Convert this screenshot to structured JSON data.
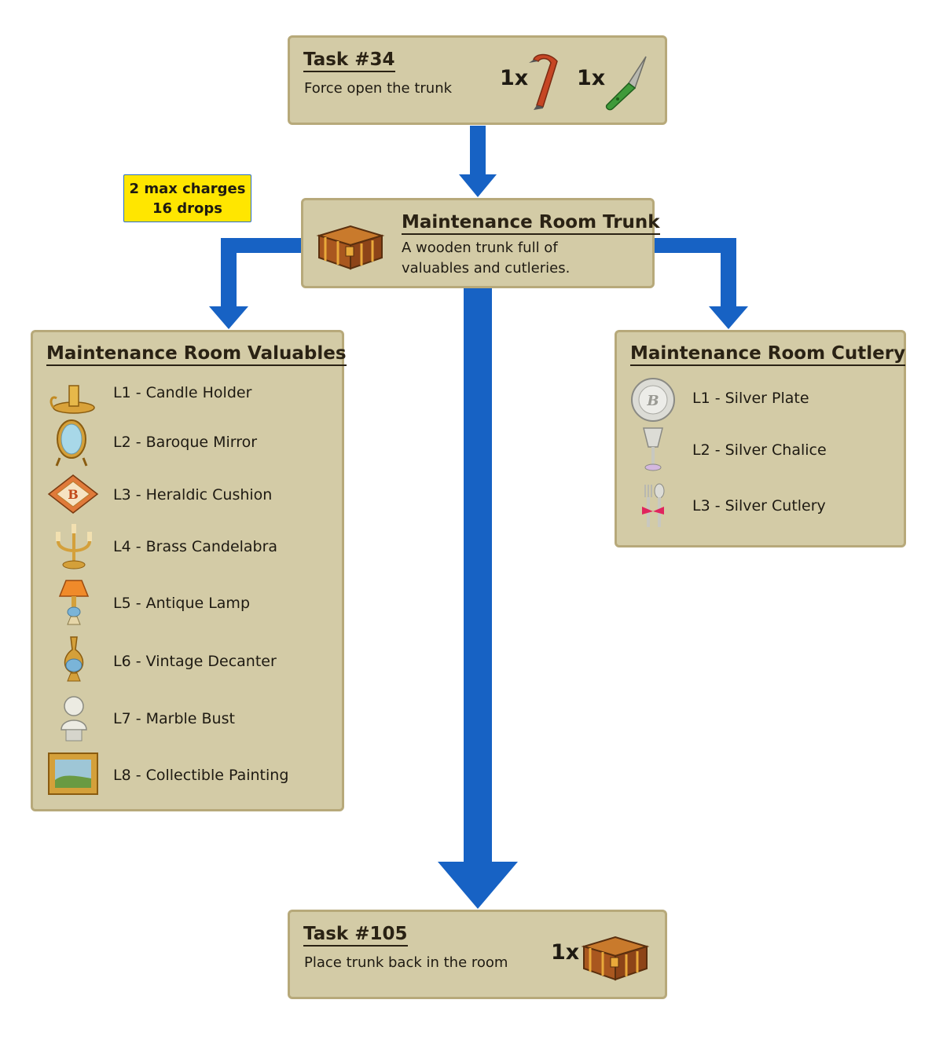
{
  "task_start": {
    "title": "Task #34",
    "description": "Force open the trunk",
    "requirements": [
      {
        "qty": "1x",
        "icon": "crowbar-icon"
      },
      {
        "qty": "1x",
        "icon": "knife-icon"
      }
    ]
  },
  "badge": {
    "line1": "2 max charges",
    "line2": "16 drops"
  },
  "trunk": {
    "title": "Maintenance Room Trunk",
    "desc_line1": "A wooden trunk full of",
    "desc_line2": "valuables and cutleries.",
    "icon": "trunk-icon"
  },
  "valuables": {
    "title": "Maintenance Room Valuables",
    "items": [
      {
        "label": "L1 - Candle Holder",
        "icon": "candle-holder-icon"
      },
      {
        "label": "L2 - Baroque Mirror",
        "icon": "mirror-icon"
      },
      {
        "label": "L3 - Heraldic Cushion",
        "icon": "cushion-icon"
      },
      {
        "label": "L4 - Brass Candelabra",
        "icon": "candelabra-icon"
      },
      {
        "label": "L5 - Antique Lamp",
        "icon": "lamp-icon"
      },
      {
        "label": "L6 - Vintage Decanter",
        "icon": "decanter-icon"
      },
      {
        "label": "L7 - Marble Bust",
        "icon": "bust-icon"
      },
      {
        "label": "L8 - Collectible Painting",
        "icon": "painting-icon"
      }
    ]
  },
  "cutlery": {
    "title": "Maintenance Room Cutlery",
    "items": [
      {
        "label": "L1 - Silver Plate",
        "icon": "plate-icon"
      },
      {
        "label": "L2 - Silver Chalice",
        "icon": "chalice-icon"
      },
      {
        "label": "L3 - Silver Cutlery",
        "icon": "cutlery-icon"
      }
    ]
  },
  "task_end": {
    "title": "Task #105",
    "description": "Place trunk back in the room",
    "requirement": {
      "qty": "1x",
      "icon": "trunk-icon"
    }
  },
  "colors": {
    "panel": "#d3cba6",
    "panel_border": "#b7a97a",
    "arrow": "#1762c4",
    "badge": "#ffe600"
  }
}
